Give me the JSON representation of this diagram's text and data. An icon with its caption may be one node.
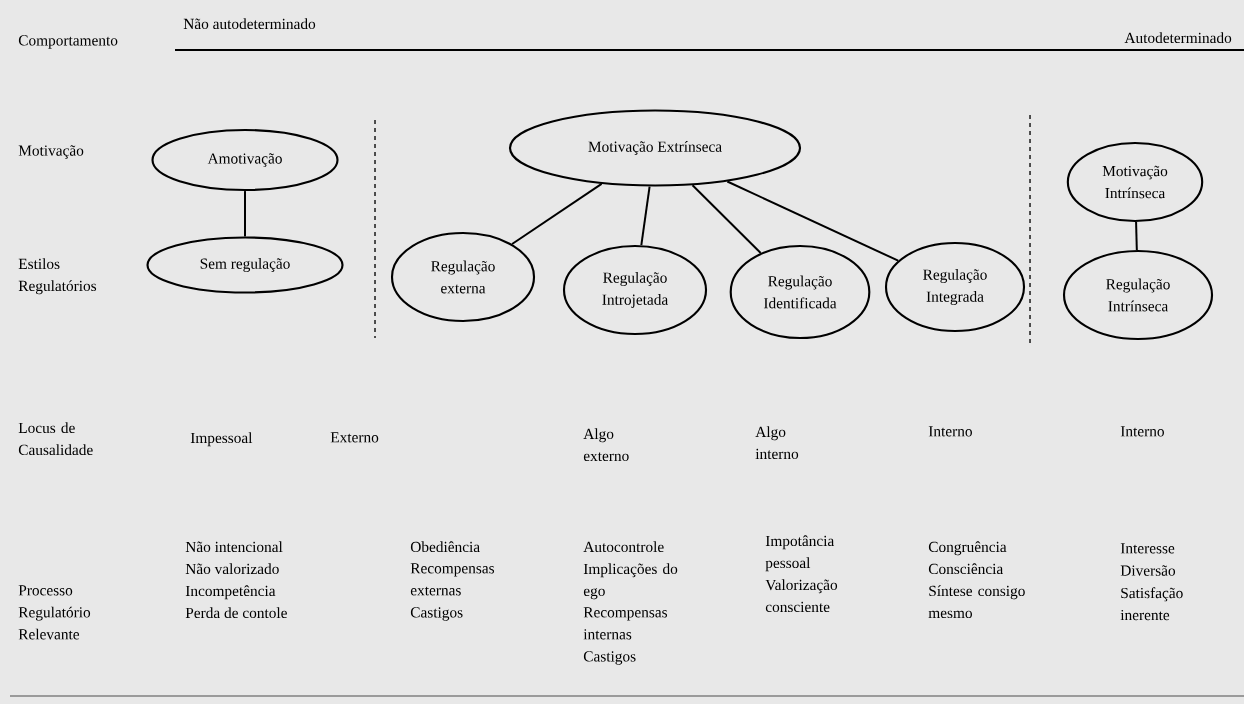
{
  "diagram": {
    "nodes": [
      {
        "text": [
          "Amotivação"
        ]
      },
      {
        "text": [
          "Motivação Extrínseca"
        ]
      },
      {
        "text": [
          "Motivação Intrínseca"
        ]
      },
      {
        "text": [
          "Sem regulação"
        ]
      },
      {
        "text": [
          "Regulação externa"
        ]
      },
      {
        "text": [
          "Regulação Introjetada"
        ]
      },
      {
        "text": [
          "Regulação Identificada"
        ]
      },
      {
        "text": [
          "Regulação Integrada"
        ]
      },
      {
        "text": [
          "Regulação Intrínseca"
        ]
      }
    ],
    "edges": [
      {
        "from": 0,
        "to": 3,
        "arrow": "none"
      },
      {
        "from": 1,
        "to": 4,
        "arrow": "none"
      },
      {
        "from": 1,
        "to": 5,
        "arrow": "none"
      },
      {
        "from": 1,
        "to": 6,
        "arrow": "none"
      },
      {
        "from": 1,
        "to": 7,
        "arrow": "none"
      },
      {
        "from": 2,
        "to": 8,
        "arrow": "none"
      }
    ],
    "labels": [
      "Comportamento",
      "Não autodeterminado",
      "Autodeterminado",
      "Motivação",
      "Estilos Regulatórios",
      "Locus de Causalidade",
      "Impessoal",
      "Externo",
      "Algo externo",
      "Algo interno",
      "Interno",
      "Interno",
      "Processo Regulatório Relevante",
      "Não intencional",
      "Não valorizado",
      "Incompetência",
      "Perda de contole",
      "Obediência",
      "Recompensas externas",
      "Castigos",
      "Autocontrole",
      "Implicações do ego",
      "Recompensas internas",
      "Castigos",
      "Impotância pessoal",
      "Valorização consciente",
      "Congruência",
      "Consciência",
      "Síntese consigo mesmo",
      "Interesse",
      "Diversão",
      "Satisfação inerente"
    ]
  }
}
